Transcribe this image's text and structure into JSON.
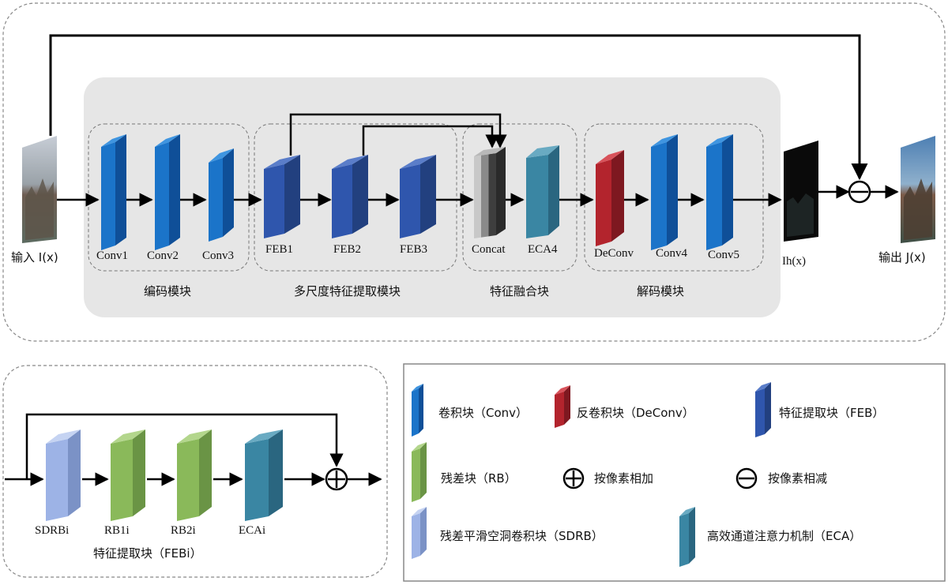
{
  "main": {
    "input_label": "输入 I(x)",
    "output_label": "输出 J(x)",
    "ih_label": "Ih(x)",
    "encoder": {
      "title": "编码模块",
      "blocks": [
        "Conv1",
        "Conv2",
        "Conv3"
      ]
    },
    "msfe": {
      "title": "多尺度特征提取模块",
      "blocks": [
        "FEB1",
        "FEB2",
        "FEB3"
      ]
    },
    "fusion": {
      "title": "特征融合块",
      "blocks": [
        "Concat",
        "ECA4"
      ]
    },
    "decoder": {
      "title": "解码模块",
      "blocks": [
        "DeConv",
        "Conv4",
        "Conv5"
      ]
    }
  },
  "feb_detail": {
    "title": "特征提取块（FEBi）",
    "blocks": [
      "SDRBi",
      "RB1i",
      "RB2i",
      "ECAi"
    ]
  },
  "legend": {
    "conv": "卷积块（Conv）",
    "deconv": "反卷积块（DeConv）",
    "feb": "特征提取块（FEB）",
    "rb": "残差块（RB）",
    "add": "按像素相加",
    "sub": "按像素相减",
    "sdrb": "残差平滑空洞卷积块（SDRB）",
    "eca": "高效通道注意力机制（ECA）"
  },
  "colors": {
    "conv": "#1b74c9",
    "feb": "#2f56ad",
    "deconv": "#b3242d",
    "eca": "#3a86a3",
    "rb": "#8ab95a",
    "sdrb": "#9db3e6",
    "panel": "#e6e6e6"
  }
}
